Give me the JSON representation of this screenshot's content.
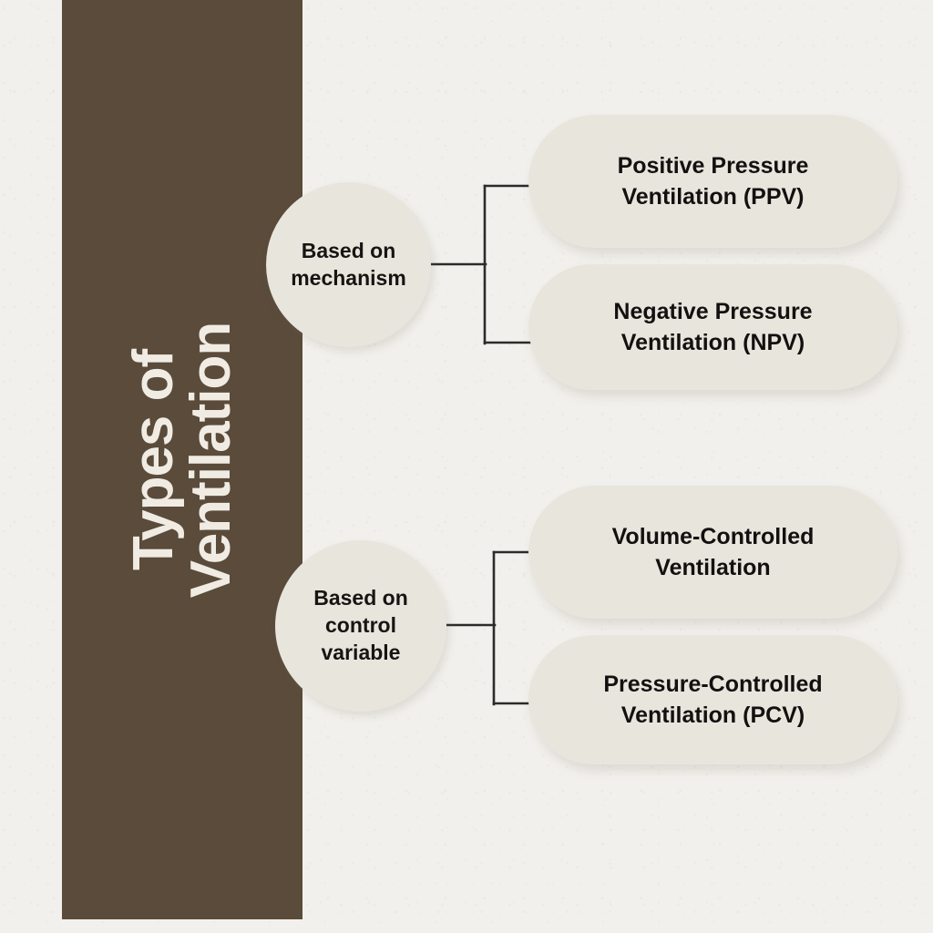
{
  "title": {
    "line1": "Types of",
    "line2": "Ventilation",
    "full": "Types of Ventilation"
  },
  "colors": {
    "background": "#f2f0ec",
    "title_bar": "#5a4b3a",
    "title_text": "#f0ece4",
    "node_fill": "#e8e5dd",
    "node_text": "#161513",
    "connector_line": "#2b2b2b"
  },
  "branches": [
    {
      "id": "mechanism",
      "parent_label": "Based on\nmechanism",
      "children": [
        {
          "id": "ppv",
          "label": "Positive Pressure\nVentilation (PPV)"
        },
        {
          "id": "npv",
          "label": "Negative Pressure\nVentilation (NPV)"
        }
      ]
    },
    {
      "id": "control",
      "parent_label": "Based on\ncontrol\nvariable",
      "children": [
        {
          "id": "vcv",
          "label": "Volume-Controlled\nVentilation"
        },
        {
          "id": "pcv",
          "label": "Pressure-Controlled\nVentilation (PCV)"
        }
      ]
    }
  ],
  "chart_data": {
    "type": "diagram",
    "diagram_kind": "hierarchy-tree",
    "title": "Types of Ventilation",
    "root": "Types of Ventilation",
    "nodes": [
      {
        "level": 1,
        "label": "Based on mechanism",
        "shape": "circle",
        "children": [
          "Positive Pressure Ventilation (PPV)",
          "Negative Pressure Ventilation (NPV)"
        ]
      },
      {
        "level": 1,
        "label": "Based on control variable",
        "shape": "circle",
        "children": [
          "Volume-Controlled Ventilation",
          "Pressure-Controlled Ventilation (PCV)"
        ]
      },
      {
        "level": 2,
        "label": "Positive Pressure Ventilation (PPV)",
        "shape": "pill",
        "parent": "Based on mechanism"
      },
      {
        "level": 2,
        "label": "Negative Pressure Ventilation (NPV)",
        "shape": "pill",
        "parent": "Based on mechanism"
      },
      {
        "level": 2,
        "label": "Volume-Controlled Ventilation",
        "shape": "pill",
        "parent": "Based on control variable"
      },
      {
        "level": 2,
        "label": "Pressure-Controlled Ventilation (PCV)",
        "shape": "pill",
        "parent": "Based on control variable"
      }
    ]
  }
}
